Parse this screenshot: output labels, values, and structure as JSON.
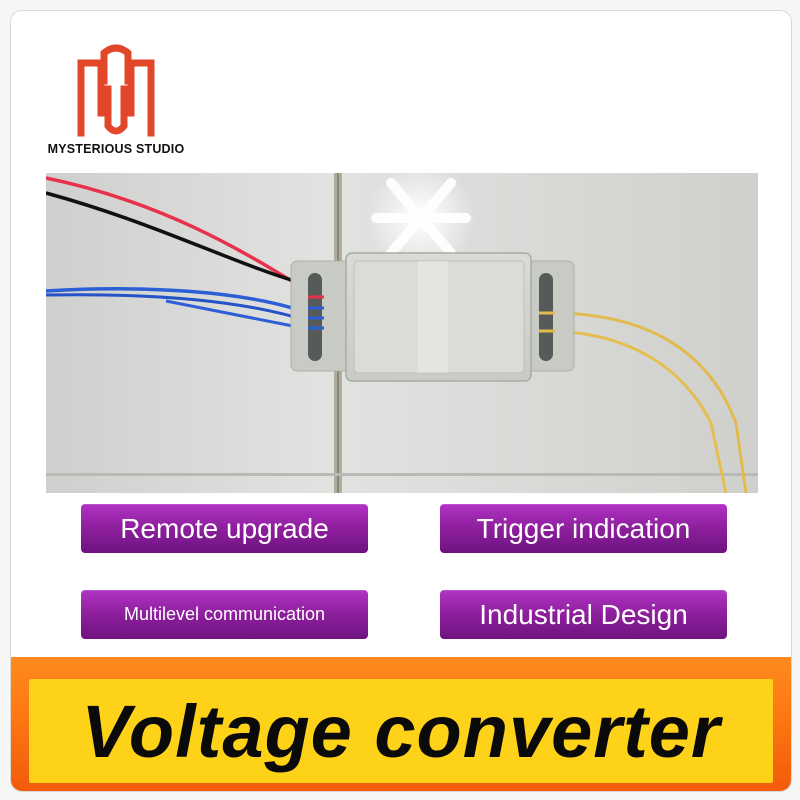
{
  "brand": {
    "name": "MYSTERIOUS STUDIO",
    "logo_icon": "ms-monogram-logo",
    "accent_color": "#e3472a"
  },
  "photo": {
    "subject": "product-photo"
  },
  "features": [
    {
      "label": "Remote upgrade"
    },
    {
      "label": "Trigger indication"
    },
    {
      "label": "Multilevel communication"
    },
    {
      "label": "Industrial Design"
    }
  ],
  "feature_color": "#8d1f9c",
  "banner": {
    "title": "Voltage converter",
    "bg_color": "#fd7a12",
    "box_color": "#ffd21a"
  }
}
